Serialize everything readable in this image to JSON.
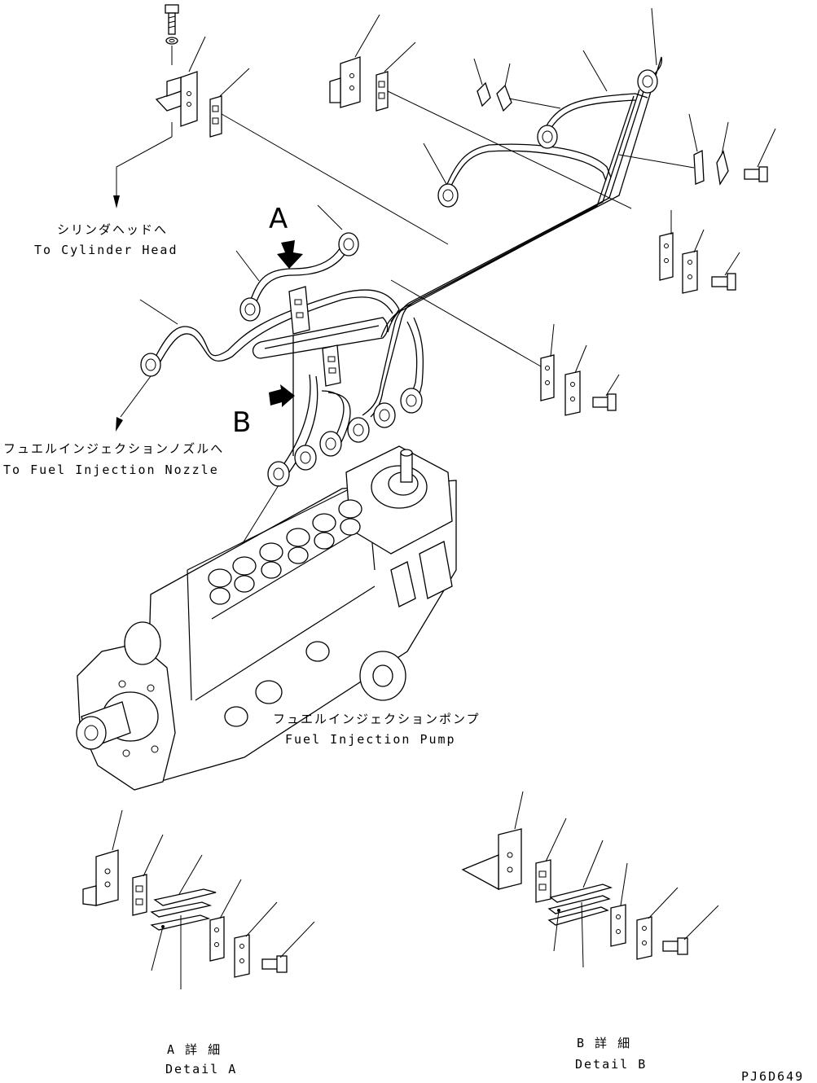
{
  "labels": {
    "cyl_head_jp": "シリンダヘッドへ",
    "cyl_head_en": "To Cylinder Head",
    "nozzle_jp": "フュエルインジェクションノズルへ",
    "nozzle_en": "To Fuel Injection Nozzle",
    "pump_jp": "フュエルインジェクションポンプ",
    "pump_en": "Fuel Injection Pump",
    "detail_a_jp": "A 詳 細",
    "detail_a_en": "Detail A",
    "detail_b_jp": "B 詳 細",
    "detail_b_en": "Detail B",
    "view_a": "A",
    "view_b": "B",
    "drawing_no": "PJ6D649"
  }
}
